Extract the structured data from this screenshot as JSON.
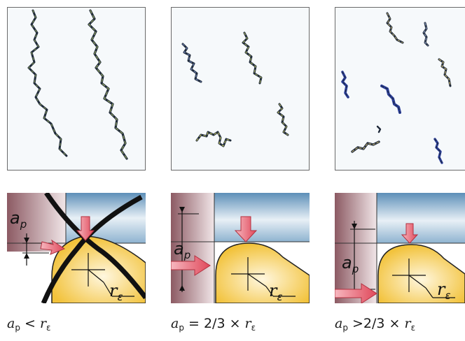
{
  "panels": [
    {
      "id": "left",
      "chip_count": 2,
      "tool_labels": {
        "ap": "a",
        "ap_sub": "p",
        "r": "r",
        "r_sub": "ε"
      },
      "caption": {
        "a": "a",
        "a_sub": "p",
        "rel": " < ",
        "r": "r",
        "r_sub": "ε"
      }
    },
    {
      "id": "middle",
      "chip_count": 4,
      "tool_labels": {
        "ap": "a",
        "ap_sub": "p",
        "r": "r",
        "r_sub": "ε"
      },
      "caption": {
        "a": "a",
        "a_sub": "p",
        "rel": " = 2/3 × ",
        "r": "r",
        "r_sub": "ε"
      }
    },
    {
      "id": "right",
      "chip_count": 8,
      "tool_labels": {
        "ap": "a",
        "ap_sub": "p",
        "r": "r",
        "r_sub": "ε"
      },
      "caption": {
        "a": "a",
        "a_sub": "p",
        "rel": " >2/3 × ",
        "r": "r",
        "r_sub": "ε"
      }
    }
  ],
  "colors": {
    "insert_yellow": "#f2c23a",
    "workpiece_blue": "#5d8fb8",
    "workpiece_mauve": "#8c5a63",
    "arrow_red": "#e0485a",
    "chip_dark": "#1f2a3a",
    "chip_blue": "#2b3e9a"
  }
}
